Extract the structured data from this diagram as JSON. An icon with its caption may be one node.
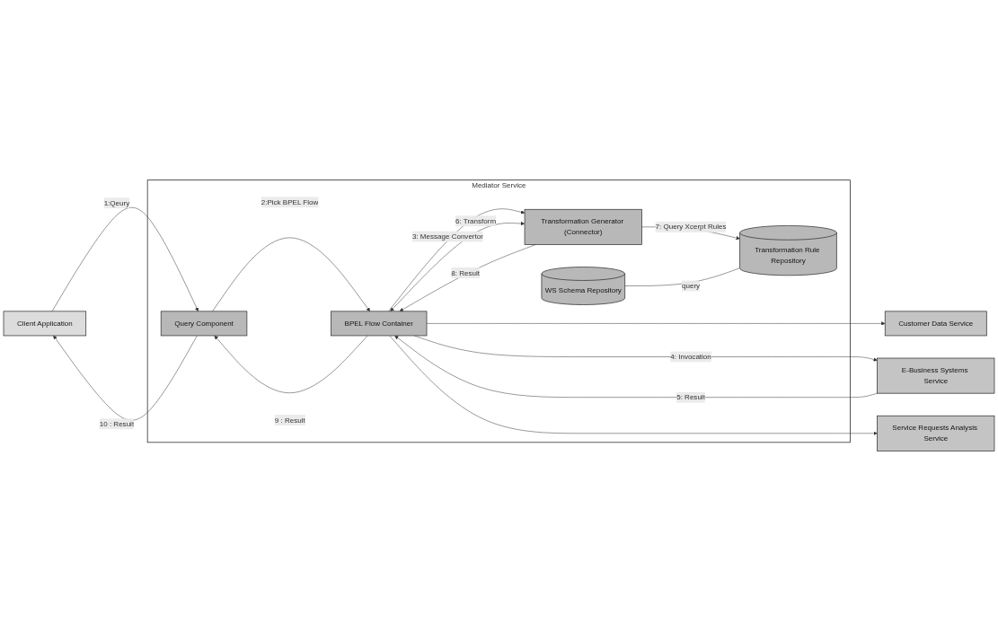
{
  "diagram": {
    "nodes": [
      {
        "text": [
          "Client Application"
        ]
      },
      {
        "text": [
          "Mediator Service"
        ]
      },
      {
        "text": [
          "Query Component"
        ],
        "in": 1
      },
      {
        "text": [
          "Transformation Generator (Connector)"
        ],
        "in": 1
      },
      {
        "text": [
          "BPEL Flow Container"
        ],
        "in": 1
      },
      {
        "text": [
          "WS Schema Repository"
        ],
        "in": 1
      },
      {
        "text": [
          "Transformation Rule Repository"
        ],
        "in": 1
      },
      {
        "text": [
          "Customer Data Service"
        ]
      },
      {
        "text": [
          "E-Business Systems Service"
        ]
      },
      {
        "text": [
          "Service Requests Analysis Service"
        ]
      }
    ],
    "edges": [
      {
        "from": 0,
        "to": 2,
        "label": "1:Qeury",
        "arrow": "to"
      },
      {
        "from": 2,
        "to": 0,
        "label": "10 : Result",
        "arrow": "to"
      },
      {
        "from": 2,
        "to": 4,
        "label": "2:Pick BPEL Flow",
        "arrow": "to"
      },
      {
        "from": 4,
        "to": 3,
        "label": "3: Message Convertor",
        "arrow": "to"
      },
      {
        "from": 4,
        "to": 7,
        "arrow": "to"
      },
      {
        "from": 4,
        "to": 8,
        "label": "4: Invocation",
        "arrow": "to"
      },
      {
        "from": 4,
        "to": 9,
        "arrow": "to"
      },
      {
        "from": 8,
        "to": 4,
        "label": "5: Result",
        "arrow": "to"
      },
      {
        "from": 3,
        "to": 4,
        "label": "6: Transform",
        "arrow": "both"
      },
      {
        "from": 3,
        "to": 6,
        "label": "7: Query Xcerpt Rules",
        "arrow": "to"
      },
      {
        "from": 3,
        "to": 4,
        "label": "8: Result",
        "arrow": "to"
      },
      {
        "from": 4,
        "to": 2,
        "label": "9 : Result",
        "arrow": "to"
      },
      {
        "from": 5,
        "to": 6,
        "label": "query",
        "arrow": "none"
      }
    ]
  }
}
